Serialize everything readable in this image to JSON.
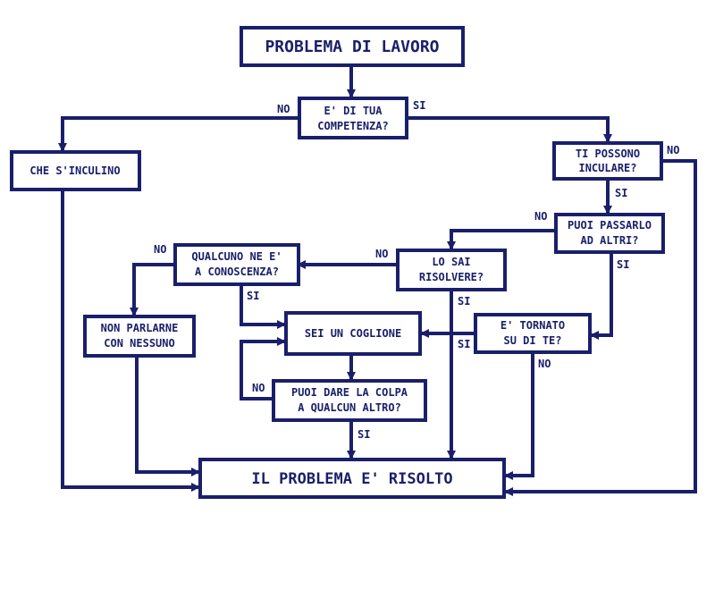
{
  "colors": {
    "line": "#1a1f6a",
    "background": "#ffffff"
  },
  "nodes": {
    "problema": "PROBLEMA DI LAVORO",
    "competenza": [
      "E' DI TUA",
      "COMPETENZA?"
    ],
    "incul": "CHE S'INCULINO",
    "possono": [
      "TI POSSONO",
      "INCULARE?"
    ],
    "passarlo": [
      "PUOI PASSARLO",
      "AD ALTRI?"
    ],
    "sai": [
      "LO SAI",
      "RISOLVERE?"
    ],
    "qualcuno": [
      "QUALCUNO NE E'",
      "A CONOSCENZA?"
    ],
    "nonparlarne": [
      "NON PARLARNE",
      "CON NESSUNO"
    ],
    "coglione": "SEI UN COGLIONE",
    "tornato": [
      "E' TORNATO",
      "SU DI TE?"
    ],
    "colpa": [
      "PUOI DARE LA COLPA",
      "A QUALCUN ALTRO?"
    ],
    "risolto": "IL PROBLEMA E' RISOLTO"
  },
  "edge_labels": {
    "competenza_no": "NO",
    "competenza_si": "SI",
    "possono_no": "NO",
    "possono_si": "SI",
    "passarlo_no": "NO",
    "passarlo_si": "SI",
    "sai_no": "NO",
    "sai_si": "SI",
    "qualcuno_no": "NO",
    "qualcuno_si": "SI",
    "tornato_si": "SI",
    "tornato_no": "NO",
    "colpa_no": "NO",
    "colpa_si": "SI"
  }
}
